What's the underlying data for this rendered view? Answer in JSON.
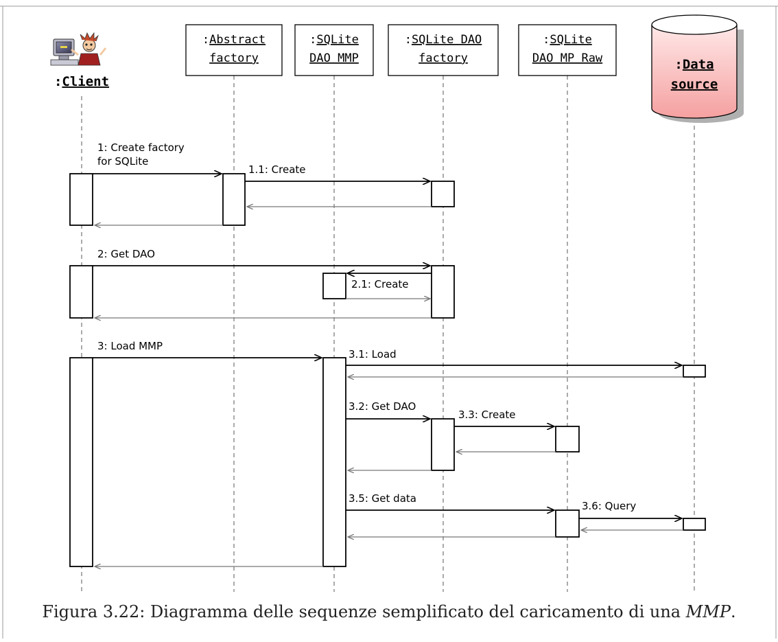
{
  "diagram": {
    "type": "sequence",
    "participants": [
      {
        "id": "client",
        "prefix": ":",
        "lines": [
          "Client"
        ],
        "icon": "computer-user-icon"
      },
      {
        "id": "abstract",
        "prefix": ":",
        "lines": [
          "Abstract",
          "factory"
        ]
      },
      {
        "id": "mmp",
        "prefix": ":",
        "lines": [
          "SQLite",
          "DAO MMP"
        ]
      },
      {
        "id": "daofactory",
        "prefix": ":",
        "lines": [
          "SQLite DAO",
          "factory"
        ]
      },
      {
        "id": "raw",
        "prefix": ":",
        "lines": [
          "SQLite",
          "DAO MP Raw"
        ]
      },
      {
        "id": "datasource",
        "prefix": ":",
        "lines": [
          "Data",
          "source"
        ],
        "shape": "cylinder"
      }
    ],
    "messages": [
      {
        "from": "client",
        "to": "abstract",
        "lines": [
          "1: Create factory",
          "for SQLite"
        ]
      },
      {
        "from": "abstract",
        "to": "daofactory",
        "lines": [
          "1.1: Create"
        ]
      },
      {
        "from": "daofactory",
        "to": "abstract",
        "lines": [],
        "return": true
      },
      {
        "from": "abstract",
        "to": "client",
        "lines": [],
        "return": true
      },
      {
        "from": "client",
        "to": "daofactory",
        "lines": [
          "2: Get DAO"
        ]
      },
      {
        "from": "daofactory",
        "to": "mmp",
        "lines": [],
        "create": true
      },
      {
        "from": "mmp",
        "to": "daofactory",
        "lines": [
          "2.1: Create"
        ],
        "return": true
      },
      {
        "from": "daofactory",
        "to": "client",
        "lines": [],
        "return": true
      },
      {
        "from": "client",
        "to": "mmp",
        "lines": [
          "3: Load MMP"
        ]
      },
      {
        "from": "mmp",
        "to": "datasource",
        "lines": [
          "3.1: Load"
        ]
      },
      {
        "from": "datasource",
        "to": "mmp",
        "lines": [],
        "return": true
      },
      {
        "from": "mmp",
        "to": "daofactory",
        "lines": [
          "3.2: Get DAO"
        ]
      },
      {
        "from": "daofactory",
        "to": "raw",
        "lines": [
          "3.3: Create"
        ]
      },
      {
        "from": "raw",
        "to": "daofactory",
        "lines": [],
        "return": true
      },
      {
        "from": "daofactory",
        "to": "mmp",
        "lines": [],
        "return": true
      },
      {
        "from": "mmp",
        "to": "raw",
        "lines": [
          "3.5: Get data"
        ]
      },
      {
        "from": "raw",
        "to": "datasource",
        "lines": [
          "3.6: Query"
        ]
      },
      {
        "from": "datasource",
        "to": "raw",
        "lines": [],
        "return": true
      },
      {
        "from": "raw",
        "to": "mmp",
        "lines": [],
        "return": true
      },
      {
        "from": "mmp",
        "to": "client",
        "lines": [],
        "return": true
      }
    ],
    "colors": {
      "line": "#000000",
      "return_line": "#777777",
      "lifeline": "#555555",
      "box_fill": "#ffffff",
      "datasource_fill_top": "#ffe8e8",
      "datasource_fill_bottom": "#f5a0a0"
    }
  },
  "caption": {
    "prefix": "Figura 3.22: Diagramma delle sequenze semplificato del caricamento di una ",
    "emphasis": "MMP",
    "suffix": "."
  }
}
